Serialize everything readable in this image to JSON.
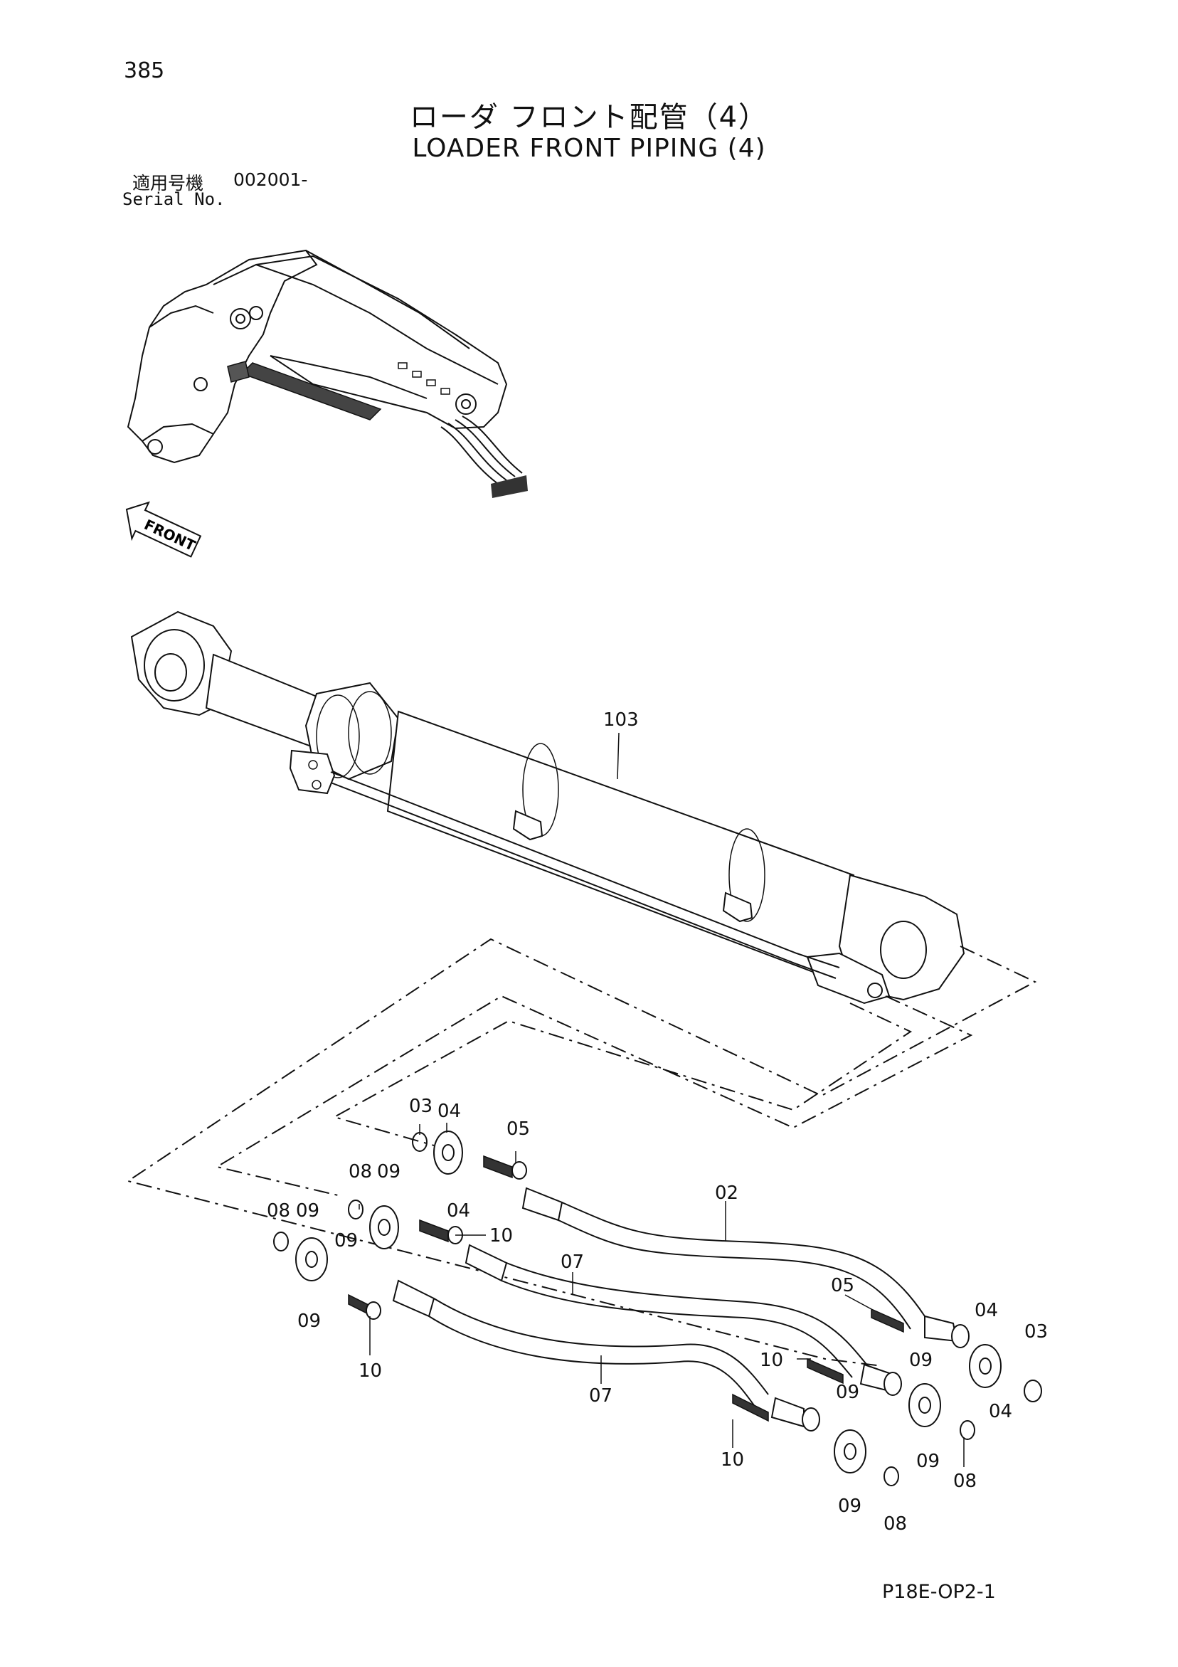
{
  "header": {
    "page_number": "385",
    "title_jp": "ローダ フロント配管（4）",
    "title_en": "LOADER FRONT PIPING (4)",
    "serial_label_jp": "適用号機",
    "serial_value": "002001-",
    "serial_label_en": "Serial No."
  },
  "front_arrow_label": "FRONT",
  "callouts": {
    "c103": "103",
    "c02": "02",
    "c03a": "03",
    "c04a": "04",
    "c05a": "05",
    "c08a": "08",
    "c09a": "09",
    "c04b": "04",
    "c10a": "10",
    "c08b": "08",
    "c09b": "09",
    "c09c": "09",
    "c09d": "09",
    "c10b": "10",
    "c07a": "07",
    "c07b": "07",
    "c05b": "05",
    "c04c": "04",
    "c03b": "03",
    "c04d": "04",
    "c10c": "10",
    "c09e": "09",
    "c09f": "09",
    "c08c": "08",
    "c10d": "10",
    "c09g": "09",
    "c09h": "09",
    "c08d": "08"
  },
  "footer": {
    "figure_code": "P18E-OP2-1"
  }
}
